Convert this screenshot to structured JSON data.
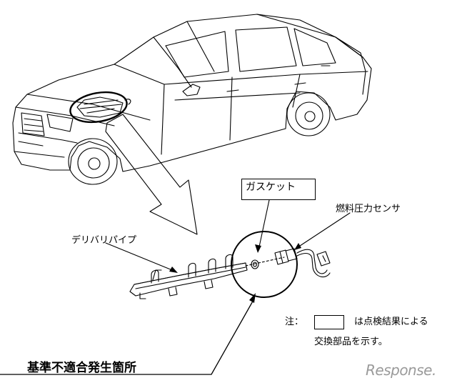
{
  "labels": {
    "gasket": "ガスケット",
    "fuel_pressure_sensor": "燃料圧力センサ",
    "delivery_pipe": "デリバリパイプ"
  },
  "note": {
    "prefix": "注：",
    "suffix": "は点検結果による",
    "line2": "交換部品を示す。"
  },
  "title": "基準不適合発生箇所",
  "watermark": "Response."
}
